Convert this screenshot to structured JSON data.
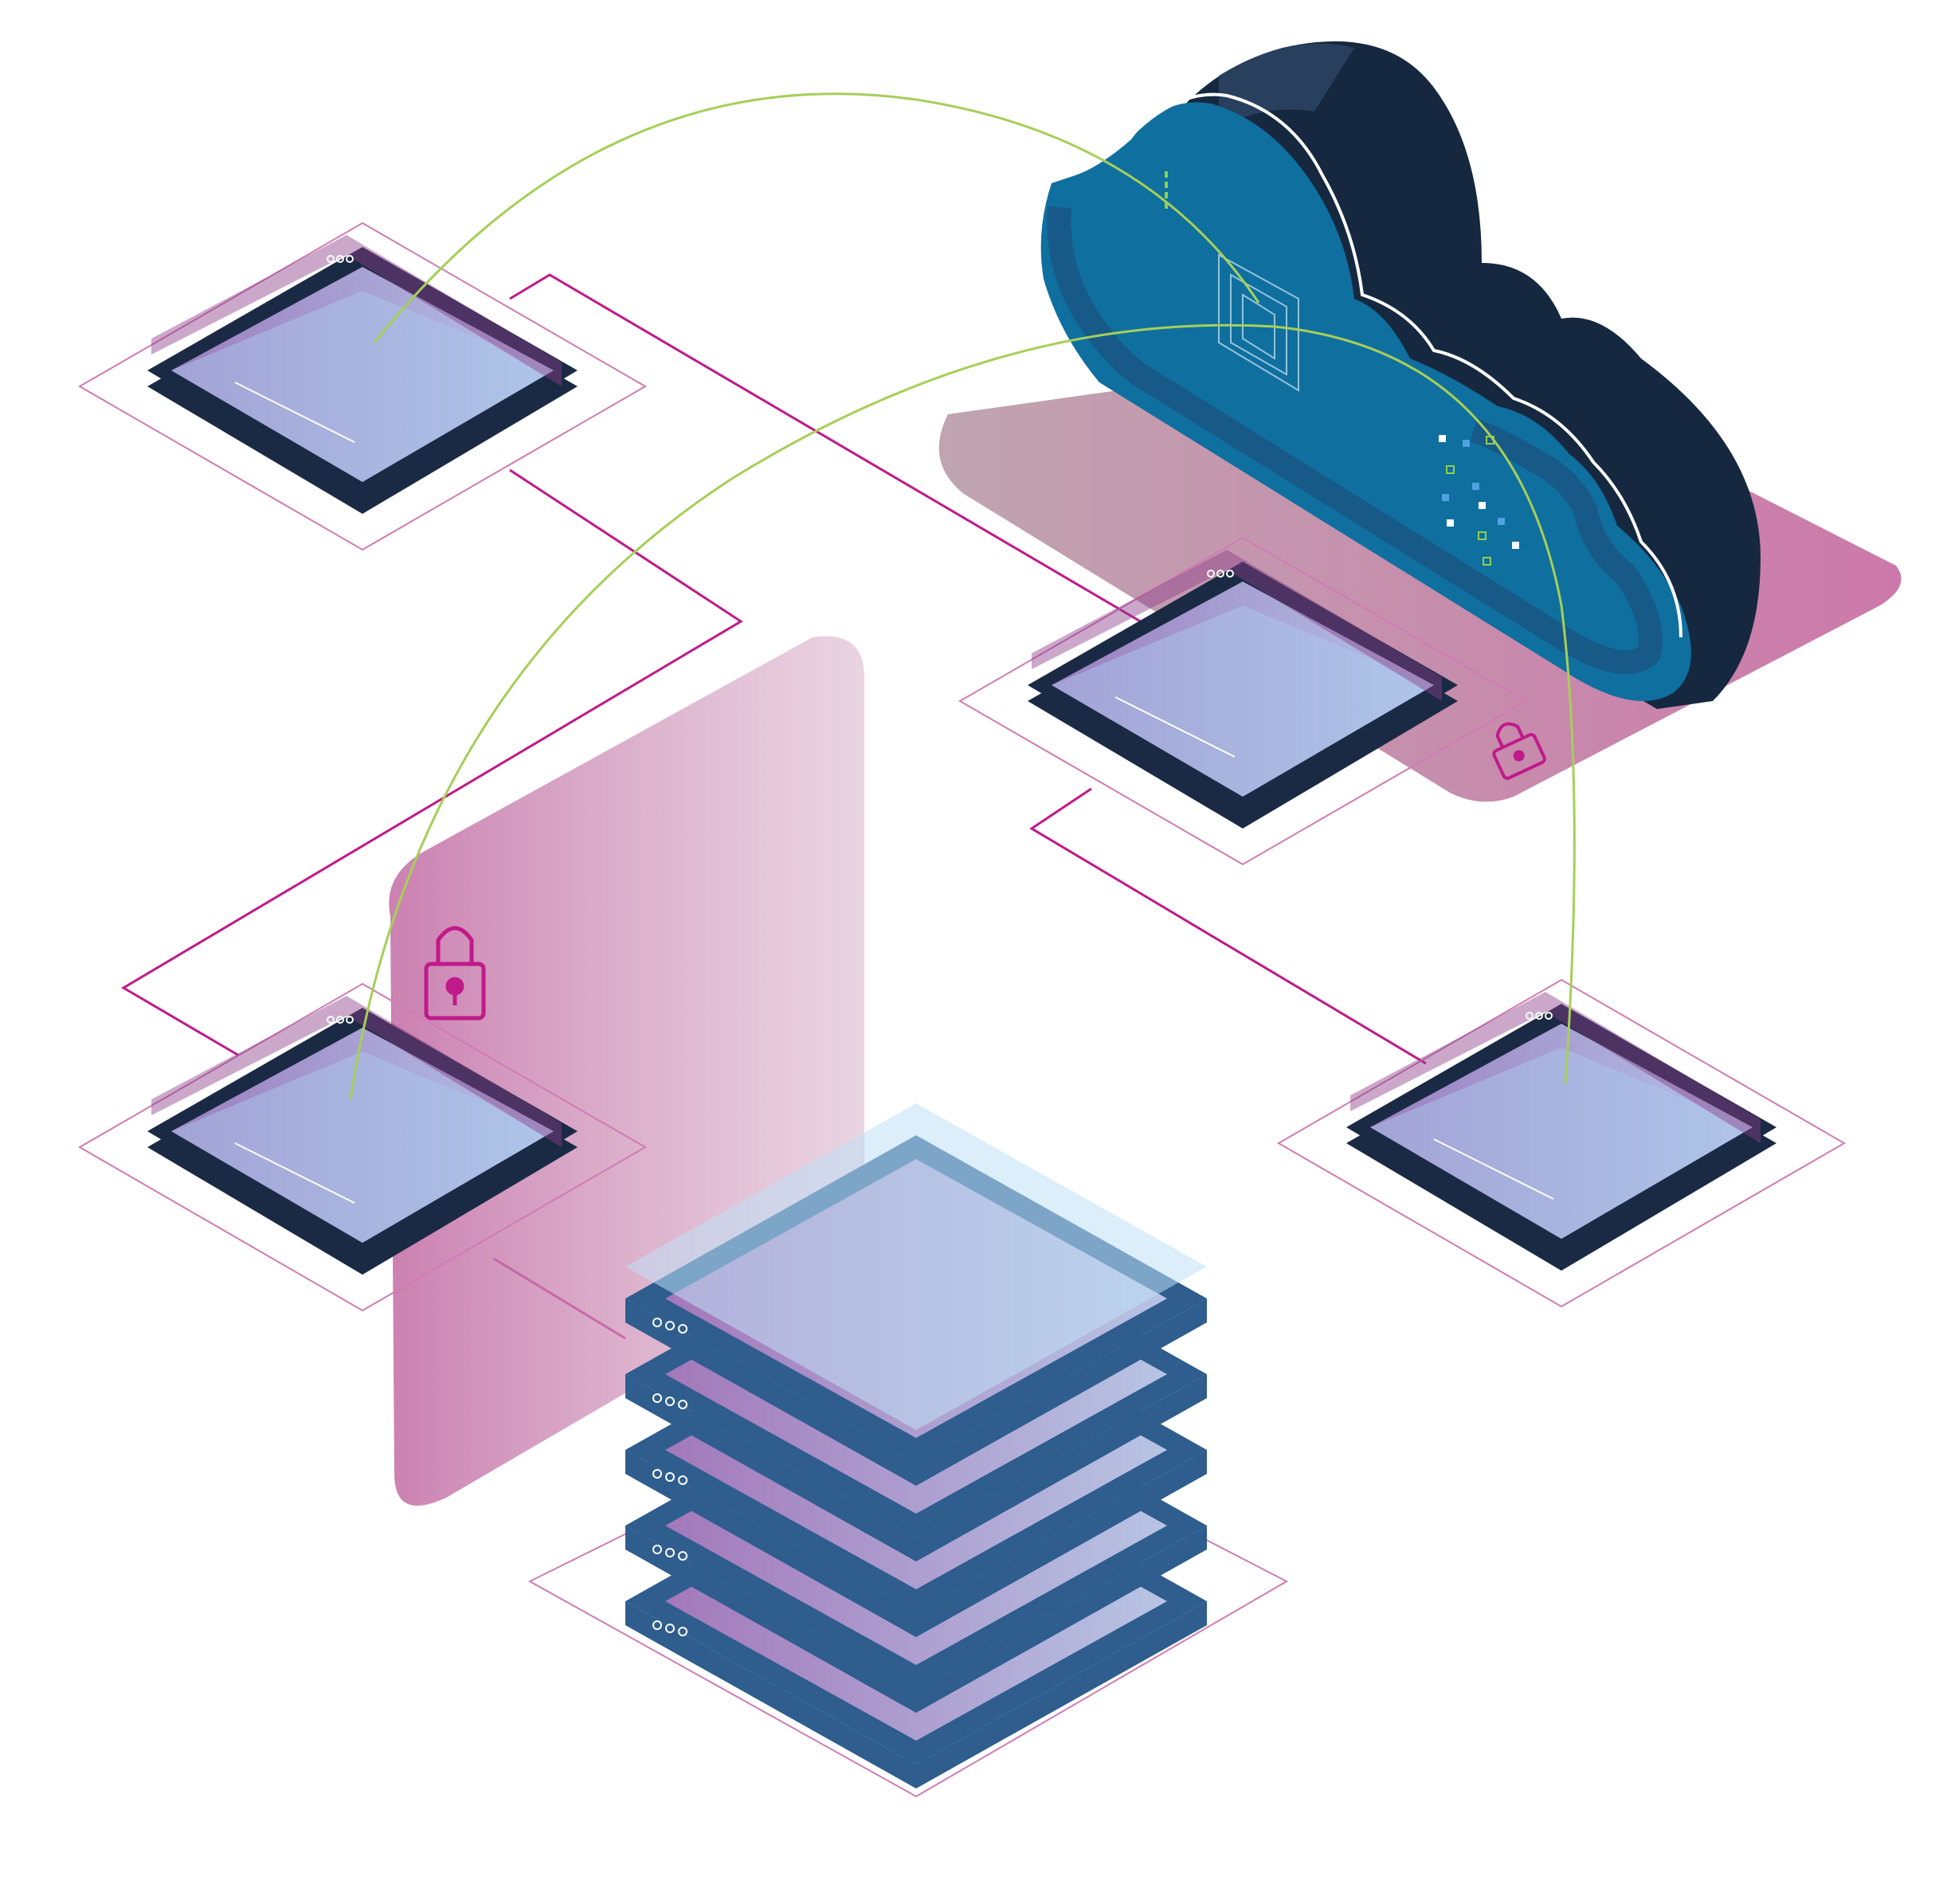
{
  "scene": {
    "description_label": "",
    "palette": {
      "background": "#ffffff",
      "connector_magenta": "#c0198a",
      "arc_green": "#a6cf58",
      "cloud_front": "#0f6f9f",
      "cloud_side": "#1c3f62",
      "cloud_top_dark": "#15283f",
      "device_frame": "#1b2a44",
      "screen_light": "#a9c8ec",
      "screen_purple": "#9b7fc0",
      "shield_pink": "#c56aa3",
      "server_blue": "#2e5d8e",
      "pixel_green": "#8ed04b",
      "pixel_blue": "#4fa3e0"
    },
    "icons": [
      "cloud-icon",
      "server-stack-icon",
      "lock-icon",
      "lock-icon-small",
      "device-icon"
    ],
    "devices": [
      {
        "id": "device-top-left"
      },
      {
        "id": "device-middle-right"
      },
      {
        "id": "device-left"
      },
      {
        "id": "device-right"
      }
    ],
    "server": {
      "layers": 5
    }
  }
}
